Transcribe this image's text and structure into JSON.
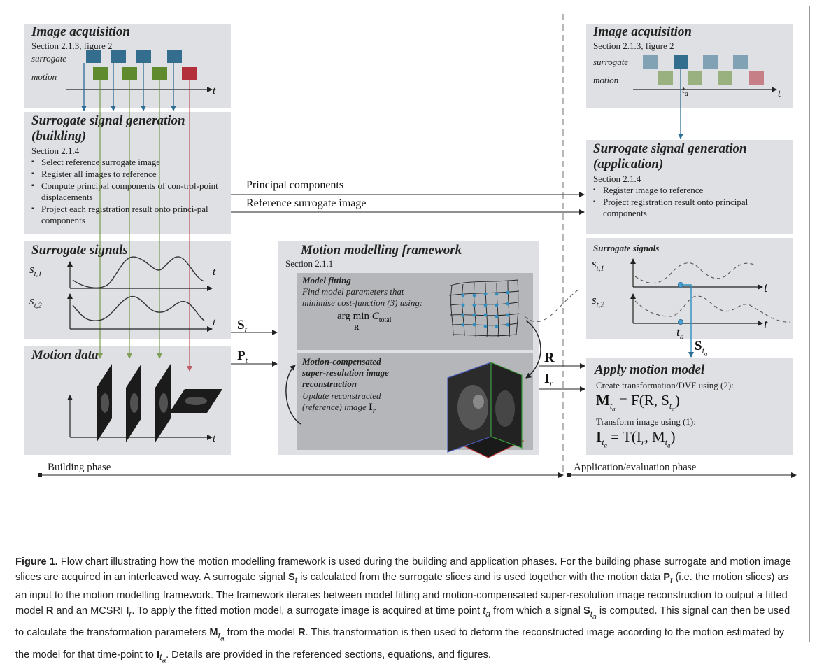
{
  "building": {
    "acquisition": {
      "title": "Image acquisition",
      "section": "Section 2.1.3, figure 2",
      "surrogate": "surrogate",
      "motion": "motion",
      "t": "t"
    },
    "surrogate_gen": {
      "title": "Surrogate signal generation (building)",
      "section": "Section 2.1.4",
      "bullets": [
        "Select reference surrogate image",
        "Register all images to reference",
        "Compute principal components of con-trol-point displacements",
        "Project each registration result onto princi-pal components"
      ]
    },
    "signals": {
      "title": "Surrogate signals",
      "s1": "s",
      "s1_sub": "t,1",
      "s2": "s",
      "s2_sub": "t,2",
      "t": "t"
    },
    "motion_data": {
      "title": "Motion data",
      "t": "t"
    },
    "phase_label": "Building phase"
  },
  "framework": {
    "title": "Motion modelling framework",
    "section": "Section 2.1.1",
    "fitting": {
      "title": "Model fitting",
      "text": "Find model parameters that minimise cost-function (3) using:",
      "formula_op": "arg min",
      "formula_under": "R",
      "formula_c": "C",
      "formula_sub": "total"
    },
    "recon": {
      "title": "Motion-compensated super-resolution image reconstruction",
      "text": "Update reconstructed (reference) image",
      "ir": "I",
      "ir_sub": "r"
    }
  },
  "arrows": {
    "principal": "Principal components",
    "reference": "Reference surrogate image",
    "St": "S",
    "St_sub": "t",
    "Pt": "P",
    "Pt_sub": "t",
    "R": "R",
    "Ir": "I",
    "Ir_sub": "r",
    "Sta": "S",
    "Sta_sub": "t",
    "Sta_subsub": "a"
  },
  "application": {
    "acquisition": {
      "title": "Image acquisition",
      "section": "Section 2.1.3, figure 2",
      "surrogate": "surrogate",
      "motion": "motion",
      "ta": "t",
      "ta_sub": "a",
      "t": "t"
    },
    "surrogate_gen": {
      "title": "Surrogate signal generation (application)",
      "section": "Section 2.1.4",
      "bullets": [
        "Register image to reference",
        "Project registration result onto principal components"
      ]
    },
    "signals": {
      "title": "Surrogate signals",
      "s1": "s",
      "s1_sub": "t,1",
      "s2": "s",
      "s2_sub": "t,2",
      "t": "t",
      "ta": "t",
      "ta_sub": "a"
    },
    "apply": {
      "title": "Apply motion model",
      "line1": "Create transformation/DVF using (2):",
      "eq1": "M",
      "eq1_rhs": "= F(R, S",
      "line2": "Transform image using (1):",
      "eq2": "I",
      "eq2_rhs": "= T(I",
      "eq2_mid": ", M"
    },
    "phase_label": "Application/evaluation phase"
  },
  "caption": {
    "label": "Figure 1.",
    "text": "Flow chart illustrating how the motion modelling framework is used during the building and application phases. For the building phase surrogate and motion image slices are acquired in an interleaved way. A surrogate signal S_t is calculated from the surrogate slices and is used together with the motion data P_t (i.e. the motion slices) as an input to the motion modelling framework. The framework iterates between model fitting and motion-compensated super-resolution image reconstruction to output a fitted model R and an MCSRI I_r. To apply the fitted motion model, a surrogate image is acquired at time point t_a from which a signal S_t_a is computed. This signal can then be used to calculate the transformation parameters M_t_a from the model R. This transformation is then used to deform the reconstructed image according to the motion estimated by the model for that time-point to I_t_a. Details are provided in the referenced sections, equations, and figures.",
    "seg1": "Flow chart illustrating how the motion modelling framework is used during the building and application phases. For the building phase surrogate and motion image slices are acquired in an interleaved way. A surrogate signal ",
    "seg2": " is calculated from the surrogate slices and is used together with the motion data ",
    "seg3": " (i.e. the motion slices) as an input to the motion modelling framework. The framework iterates between model fitting and motion-compensated super-resolution image reconstruction to output a fitted model ",
    "seg4": " and an MCSRI ",
    "seg5": ". To apply the fitted motion model, a surrogate image is acquired at time point ",
    "seg6": " from which a signal ",
    "seg7": " is computed. This signal can then be used to calculate the transformation parameters ",
    "seg8": " from the model ",
    "seg9": ". This transformation is then used to deform the reconstructed image according to the motion estimated by the model for that time-point to ",
    "seg10": ". Details are provided in the referenced sections, equations, and figures."
  },
  "colors": {
    "surrogate": "#336e8f",
    "motion": "#5f8a2e",
    "last_motion": "#b32f3c",
    "arrow": "#2e6d96",
    "box": "#dfe0e3",
    "inner": "#b4b6b9"
  }
}
